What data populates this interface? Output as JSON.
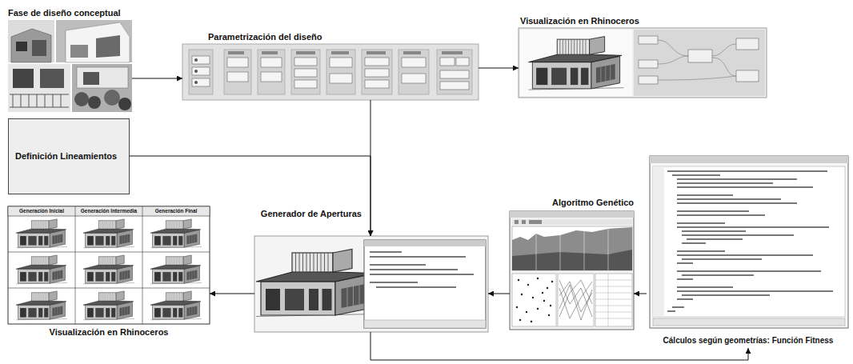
{
  "diagram": {
    "nodes": [
      {
        "text": [
          "Fase de diseño conceptual"
        ]
      },
      {
        "text": [
          "Parametrización del diseño"
        ]
      },
      {
        "text": [
          "Visualización en Rhinoceros"
        ]
      },
      {
        "text": [
          "Definición Lineamientos"
        ]
      },
      {
        "text": [
          "Generador de Aperturas"
        ]
      },
      {
        "text": [
          "Algoritmo Genético"
        ]
      },
      {
        "text": [
          "Visualización en Rhinoceros"
        ]
      },
      {
        "text": [
          "Cálculos según geometrías: Función Fitness"
        ]
      }
    ],
    "edges": [
      {
        "from": 0,
        "to": 1,
        "arrow": "to"
      },
      {
        "from": 1,
        "to": 2,
        "arrow": "to"
      },
      {
        "from": 1,
        "to": 4,
        "arrow": "to"
      },
      {
        "from": 3,
        "to": 4,
        "arrow": "to"
      },
      {
        "from": 7,
        "to": 5,
        "arrow": "to"
      },
      {
        "from": 5,
        "to": 4,
        "arrow": "to"
      },
      {
        "from": 4,
        "to": 6,
        "arrow": "to"
      },
      {
        "from": 4,
        "to": 7,
        "arrow": "to"
      }
    ],
    "labels": [
      "Generación Inicial",
      "Generación Intermedia",
      "Generación Final"
    ]
  }
}
